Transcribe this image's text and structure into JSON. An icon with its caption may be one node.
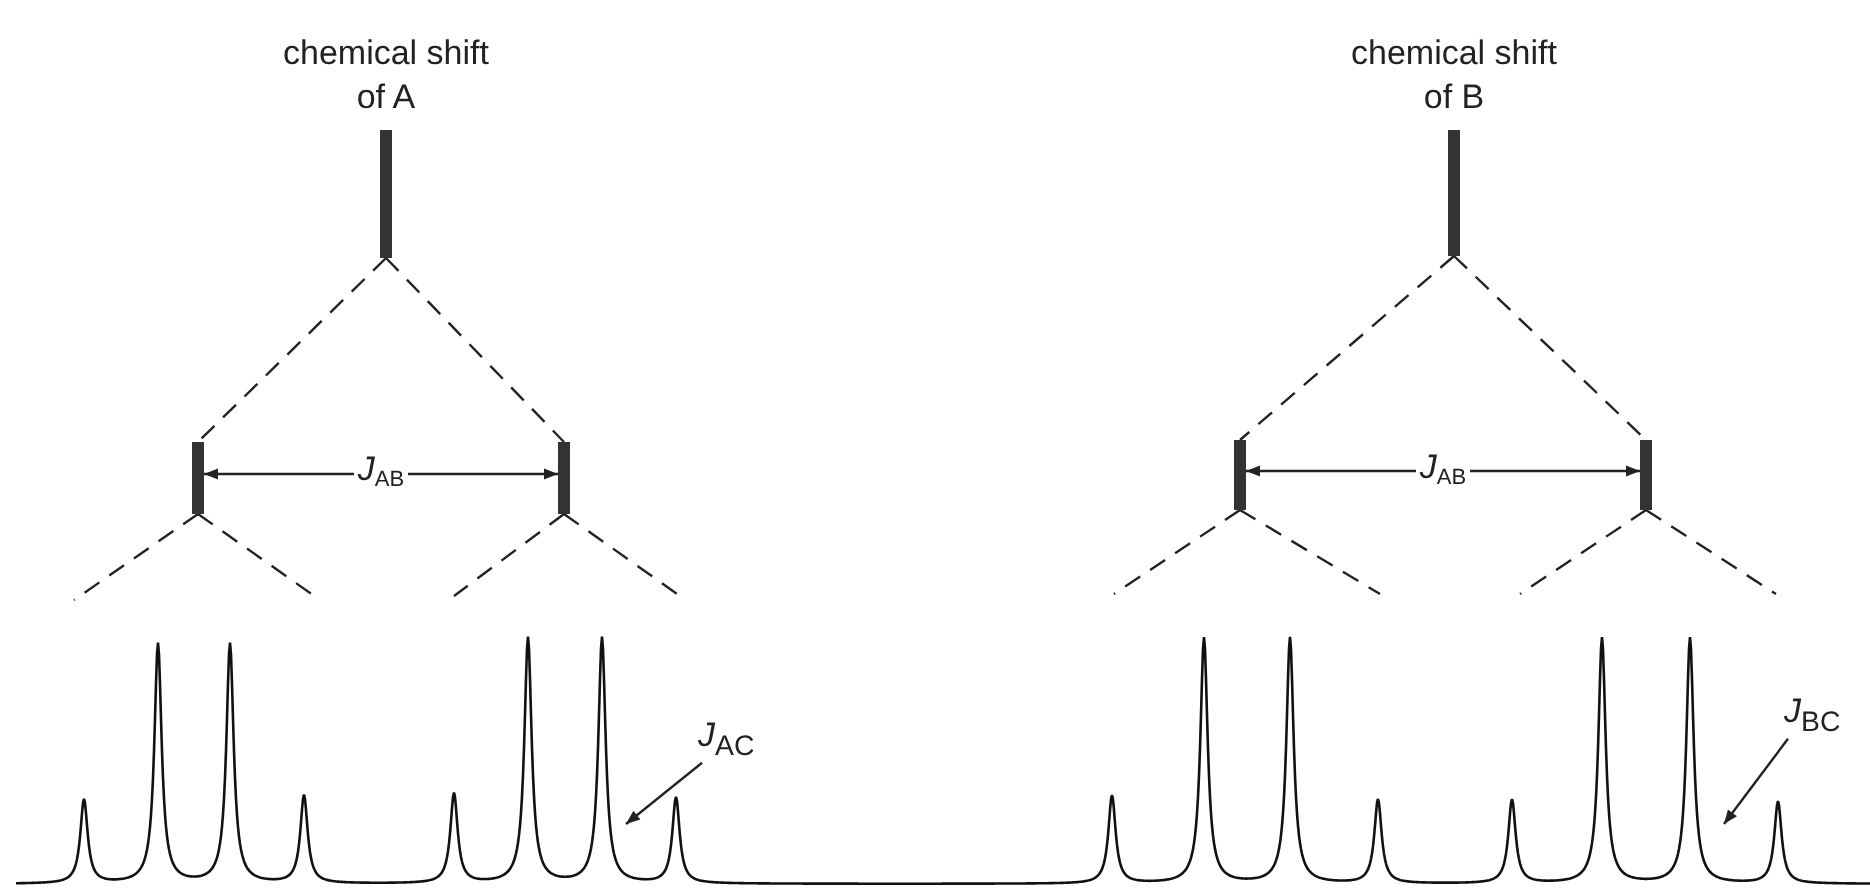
{
  "diagram": {
    "nodes": [
      {
        "text": [
          "chemical shift of A"
        ]
      },
      {
        "text": [],
        "shape": "bar"
      },
      {
        "text": [],
        "shape": "bar"
      },
      {
        "text": [
          "chemical shift of B"
        ]
      },
      {
        "text": [],
        "shape": "bar"
      },
      {
        "text": [],
        "shape": "bar"
      },
      {
        "text": [
          "*J*$_{AC}$"
        ]
      },
      {
        "text": [
          "*J*$_{BC}$"
        ]
      }
    ],
    "edges": [
      {
        "from": 0,
        "to": 1,
        "arrow": "none",
        "style": "dashed"
      },
      {
        "from": 0,
        "to": 2,
        "arrow": "none",
        "style": "dashed"
      },
      {
        "from": 1,
        "to": null,
        "arrow": "none",
        "style": "dashed"
      },
      {
        "from": 1,
        "to": null,
        "arrow": "none",
        "style": "dashed"
      },
      {
        "from": 2,
        "to": null,
        "arrow": "none",
        "style": "dashed"
      },
      {
        "from": 2,
        "to": null,
        "arrow": "none",
        "style": "dashed"
      },
      {
        "from": 3,
        "to": 4,
        "arrow": "none",
        "style": "dashed"
      },
      {
        "from": 3,
        "to": 5,
        "arrow": "none",
        "style": "dashed"
      },
      {
        "from": 4,
        "to": null,
        "arrow": "none",
        "style": "dashed"
      },
      {
        "from": 4,
        "to": null,
        "arrow": "none",
        "style": "dashed"
      },
      {
        "from": 5,
        "to": null,
        "arrow": "none",
        "style": "dashed"
      },
      {
        "from": 5,
        "to": null,
        "arrow": "none",
        "style": "dashed"
      },
      {
        "from": 6,
        "to": null,
        "arrow": "to"
      },
      {
        "from": 7,
        "to": null,
        "arrow": "to"
      },
      {
        "from": 1,
        "to": 2,
        "arrow": "both",
        "label": "*J*$_{AB}$"
      },
      {
        "from": 4,
        "to": 5,
        "arrow": "both",
        "label": "*J*$_{AB}$"
      }
    ]
  }
}
